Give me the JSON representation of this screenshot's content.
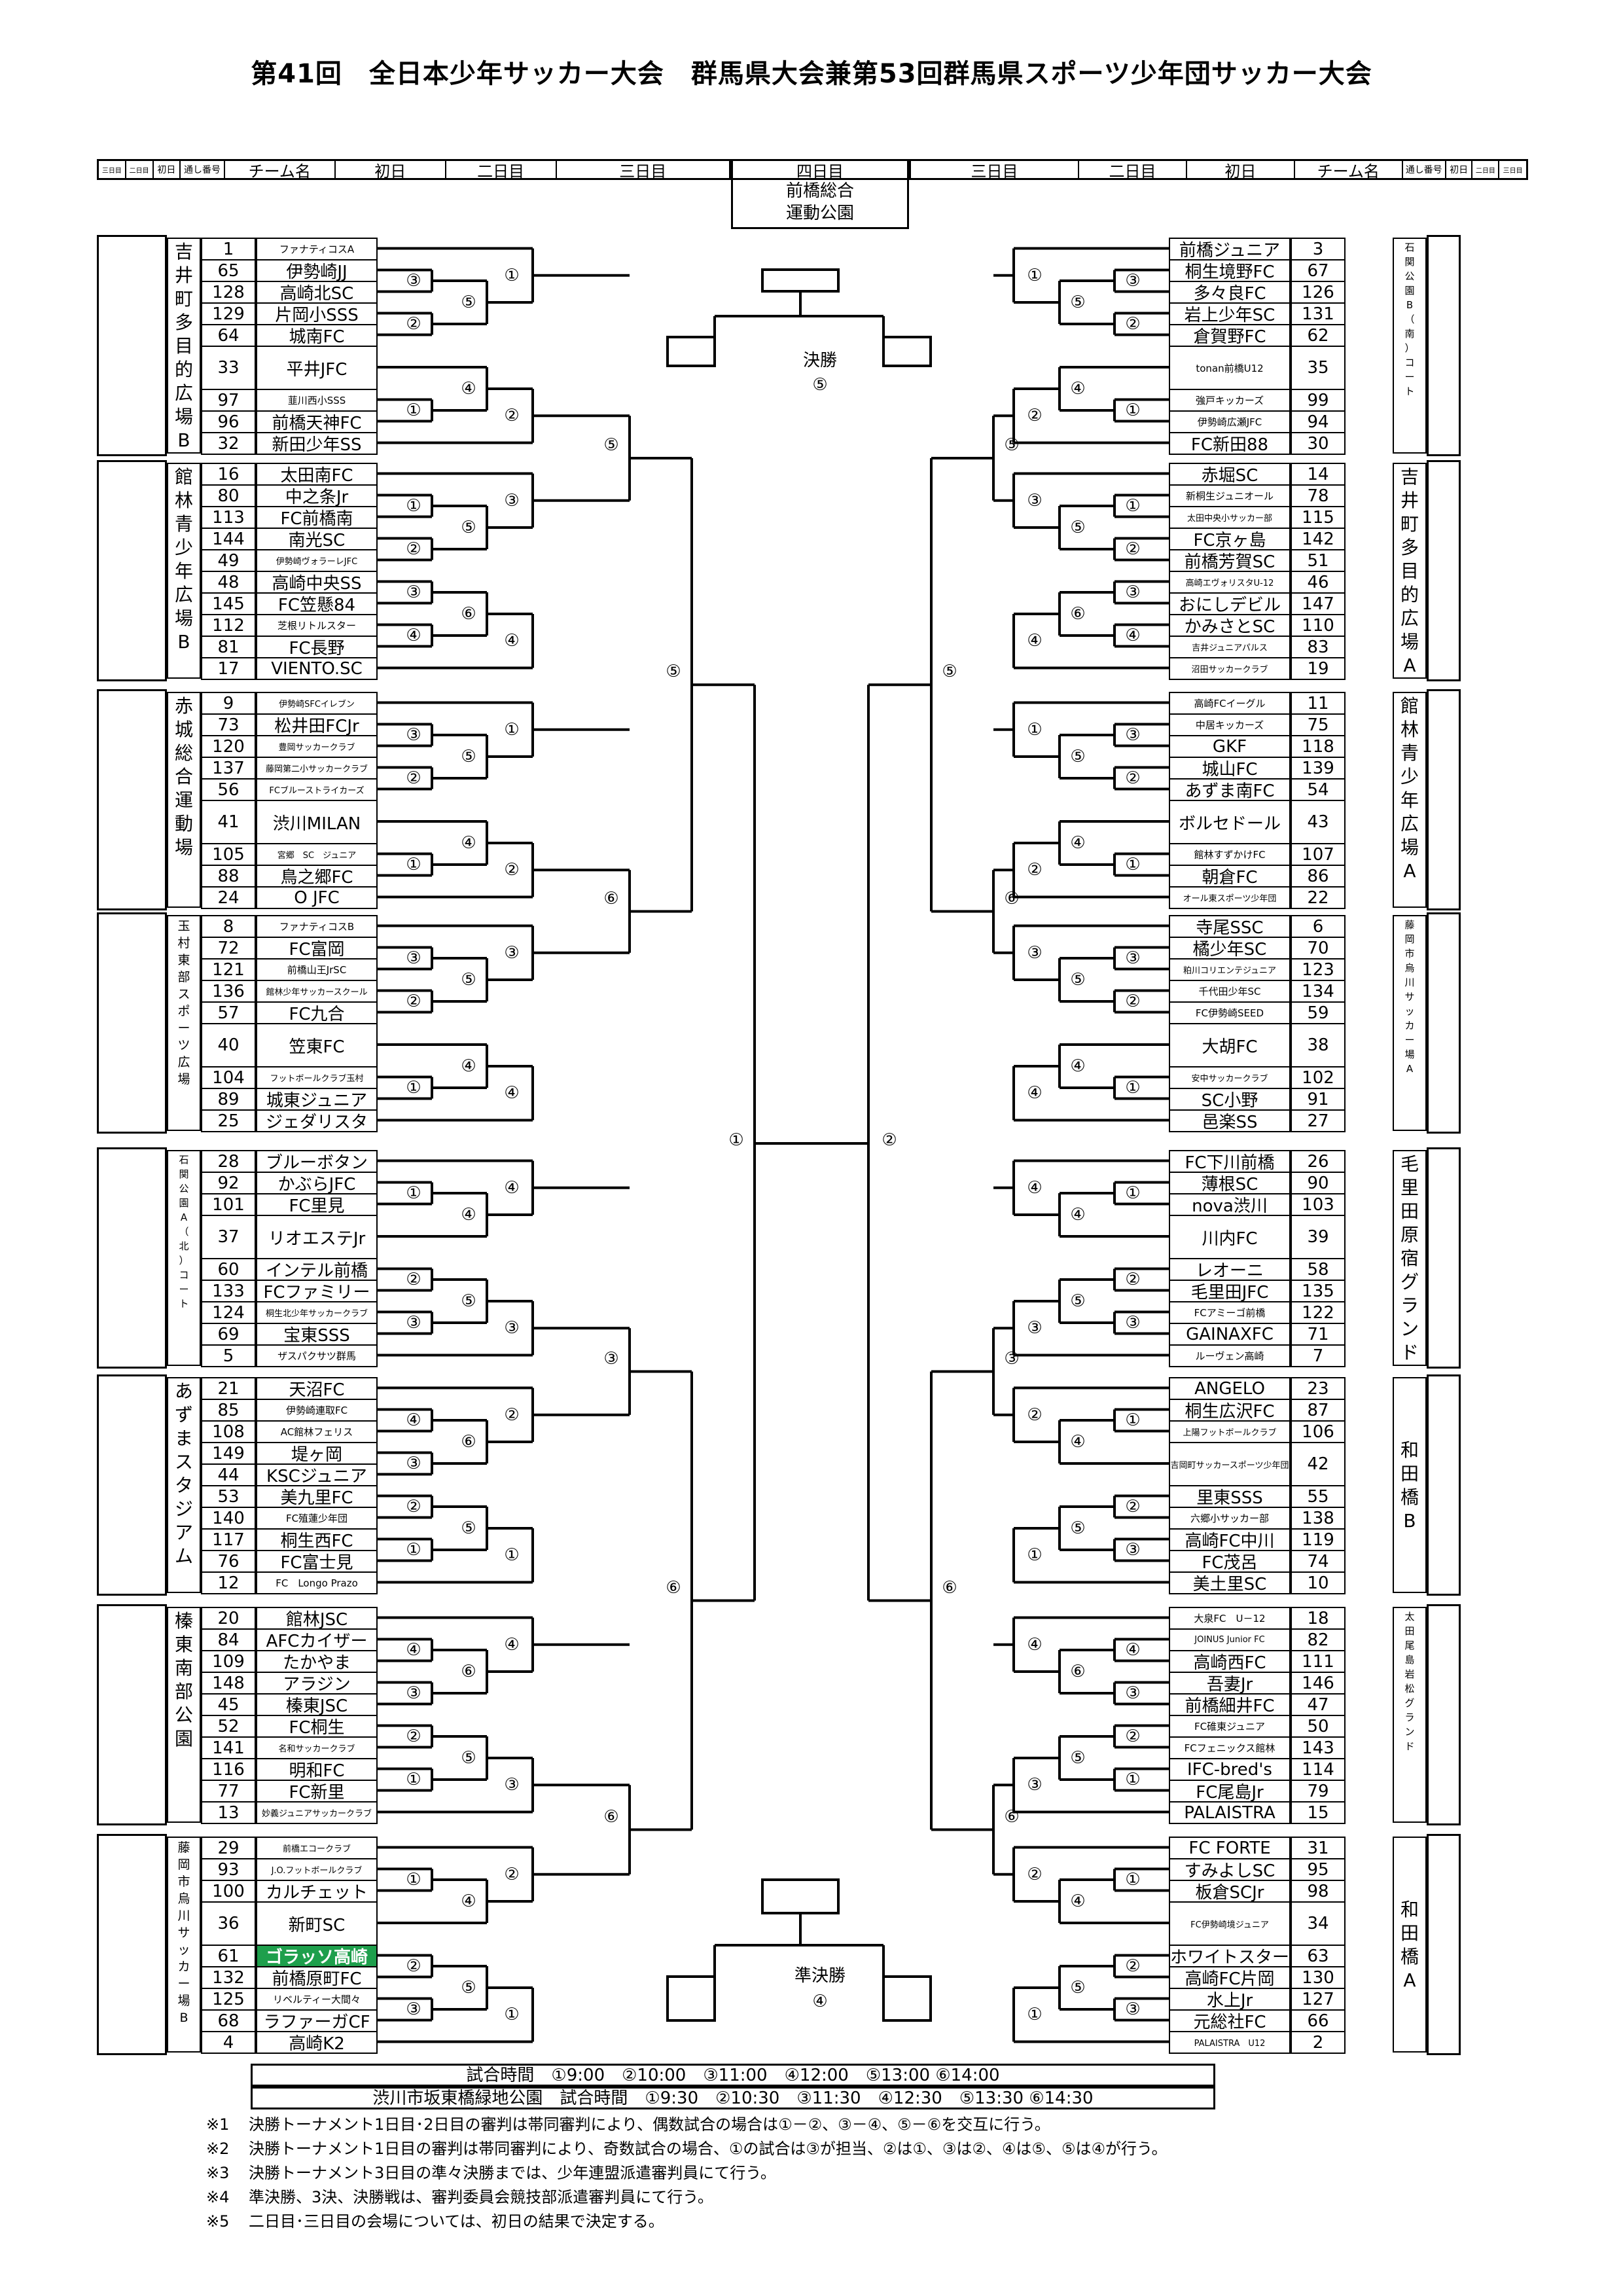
{
  "title": "第41回　全日本少年サッカー大会　群馬県大会兼第53回群馬県スポーツ少年団サッカー大会",
  "header": {
    "left": [
      "三日目",
      "二日目",
      "初日",
      "通し番号",
      "チーム名",
      "初日",
      "二日目",
      "三日目"
    ],
    "center": "四日目",
    "right": [
      "三日目",
      "二日目",
      "初日",
      "チーム名",
      "通し番号",
      "初日",
      "二日目",
      "三日目"
    ],
    "center_venue": [
      "前橋総合",
      "運動公園"
    ]
  },
  "final": {
    "label": "決勝",
    "match": "⑤"
  },
  "semifinal": {
    "label": "準決勝",
    "match": "④"
  },
  "center_matches": {
    "left": "①",
    "right": "②"
  },
  "left_blocks": [
    {
      "venue": "吉井町多目的広場B",
      "venue_style": "",
      "r1": [
        "③",
        "②",
        "①"
      ],
      "r2": [
        "⑤",
        "④"
      ],
      "r3": [
        "①",
        "②"
      ],
      "teams": [
        {
          "no": "1",
          "name": "ファナティコスA",
          "size": "small"
        },
        {
          "no": "65",
          "name": "伊勢崎JJ"
        },
        {
          "no": "128",
          "name": "高崎北SC"
        },
        {
          "no": "129",
          "name": "片岡小SSS"
        },
        {
          "no": "64",
          "name": "城南FC"
        },
        {
          "no": "33",
          "name": "平井JFC",
          "tall": true
        },
        {
          "no": "97",
          "name": "韮川西小SSS",
          "size": "small"
        },
        {
          "no": "96",
          "name": "前橋天神FC"
        },
        {
          "no": "32",
          "name": "新田少年SS"
        }
      ]
    },
    {
      "venue": "館林青少年広場B",
      "venue_style": "",
      "r1": [
        "①",
        "②",
        "③",
        "④"
      ],
      "r2": [
        "⑤",
        "⑥"
      ],
      "r3": [
        "③",
        "④"
      ],
      "teams": [
        {
          "no": "16",
          "name": "太田南FC"
        },
        {
          "no": "80",
          "name": "中之条Jr"
        },
        {
          "no": "113",
          "name": "FC前橋南"
        },
        {
          "no": "144",
          "name": "南光SC"
        },
        {
          "no": "49",
          "name": "伊勢崎ヴォラーレJFC",
          "size": "xs"
        },
        {
          "no": "48",
          "name": "高崎中央SS"
        },
        {
          "no": "145",
          "name": "FC笠懸84"
        },
        {
          "no": "112",
          "name": "芝根リトルスター",
          "size": "small"
        },
        {
          "no": "81",
          "name": "FC長野"
        },
        {
          "no": "17",
          "name": "VIENTO.SC"
        }
      ]
    },
    {
      "venue": "赤城総合運動場",
      "venue_style": "",
      "r1": [
        "③",
        "②",
        "①"
      ],
      "r2": [
        "⑤",
        "④"
      ],
      "r3": [
        "①",
        "②"
      ],
      "teams": [
        {
          "no": "9",
          "name": "伊勢崎SFCイレブン",
          "size": "xs"
        },
        {
          "no": "73",
          "name": "松井田FCJr"
        },
        {
          "no": "120",
          "name": "豊岡サッカークラブ",
          "size": "xs"
        },
        {
          "no": "137",
          "name": "藤岡第二小サッカークラブ",
          "size": "xs"
        },
        {
          "no": "56",
          "name": "FCブルーストライカーズ",
          "size": "xs"
        },
        {
          "no": "41",
          "name": "渋川MILAN",
          "tall": true
        },
        {
          "no": "105",
          "name": "宮郷　SC　ジュニア",
          "size": "xs"
        },
        {
          "no": "88",
          "name": "鳥之郷FC"
        },
        {
          "no": "24",
          "name": "O JFC"
        }
      ]
    },
    {
      "venue": "玉村東部スポーツ広場",
      "venue_style": "sm",
      "r1": [
        "③",
        "②",
        "①"
      ],
      "r2": [
        "⑤",
        "④"
      ],
      "r3": [
        "③",
        "④"
      ],
      "teams": [
        {
          "no": "8",
          "name": "ファナティコスB",
          "size": "small"
        },
        {
          "no": "72",
          "name": "FC富岡"
        },
        {
          "no": "121",
          "name": "前橋山王JrSC",
          "size": "small"
        },
        {
          "no": "136",
          "name": "館林少年サッカースクール",
          "size": "xs"
        },
        {
          "no": "57",
          "name": "FC九合"
        },
        {
          "no": "40",
          "name": "笠東FC",
          "tall": true
        },
        {
          "no": "104",
          "name": "フットボールクラブ玉村",
          "size": "xs"
        },
        {
          "no": "89",
          "name": "城東ジュニア"
        },
        {
          "no": "25",
          "name": "ジェダリスタ"
        }
      ]
    },
    {
      "venue": "石関公園A（北）コート",
      "venue_style": "xs",
      "r1": [
        "①",
        "②",
        "③"
      ],
      "r2": [
        "④",
        "⑤"
      ],
      "r3": [
        "④",
        "③"
      ],
      "teams": [
        {
          "no": "28",
          "name": "ブルーボタン"
        },
        {
          "no": "92",
          "name": "かぶらJFC"
        },
        {
          "no": "101",
          "name": "FC里見"
        },
        {
          "no": "37",
          "name": "リオエステJr",
          "tall": true
        },
        {
          "no": "60",
          "name": "インテル前橋"
        },
        {
          "no": "133",
          "name": "FCファミリー"
        },
        {
          "no": "124",
          "name": "桐生北少年サッカークラブ",
          "size": "xs"
        },
        {
          "no": "69",
          "name": "宝東SSS"
        },
        {
          "no": "5",
          "name": "ザスパクサツ群馬",
          "size": "small"
        }
      ]
    },
    {
      "venue": "あずまスタジアム",
      "venue_style": "",
      "r1": [
        "④",
        "③",
        "②",
        "①"
      ],
      "r2": [
        "⑥",
        "⑤"
      ],
      "r3": [
        "②",
        "①"
      ],
      "teams": [
        {
          "no": "21",
          "name": "天沼FC"
        },
        {
          "no": "85",
          "name": "伊勢崎連取FC",
          "size": "small"
        },
        {
          "no": "108",
          "name": "AC館林フェリス",
          "size": "small"
        },
        {
          "no": "149",
          "name": "堤ヶ岡"
        },
        {
          "no": "44",
          "name": "KSCジュニア"
        },
        {
          "no": "53",
          "name": "美九里FC"
        },
        {
          "no": "140",
          "name": "FC殖蓮少年団",
          "size": "small"
        },
        {
          "no": "117",
          "name": "桐生西FC"
        },
        {
          "no": "76",
          "name": "FC富士見"
        },
        {
          "no": "12",
          "name": "FC　Longo Prazo",
          "size": "small"
        }
      ]
    },
    {
      "venue": "榛東南部公園",
      "venue_style": "",
      "r1": [
        "④",
        "③",
        "②",
        "①"
      ],
      "r2": [
        "⑥",
        "⑤"
      ],
      "r3": [
        "④",
        "③"
      ],
      "teams": [
        {
          "no": "20",
          "name": "館林JSC"
        },
        {
          "no": "84",
          "name": "AFCカイザー"
        },
        {
          "no": "109",
          "name": "たかやま"
        },
        {
          "no": "148",
          "name": "アラジン"
        },
        {
          "no": "45",
          "name": "榛東JSC"
        },
        {
          "no": "52",
          "name": "FC桐生"
        },
        {
          "no": "141",
          "name": "名和サッカークラブ",
          "size": "xs"
        },
        {
          "no": "116",
          "name": "明和FC"
        },
        {
          "no": "77",
          "name": "FC新里"
        },
        {
          "no": "13",
          "name": "妙義ジュニアサッカークラブ",
          "size": "xs"
        }
      ]
    },
    {
      "venue": "藤岡市烏川サッカー場B",
      "venue_style": "sm",
      "r1": [
        "①",
        "②",
        "③"
      ],
      "r2": [
        "④",
        "⑤"
      ],
      "r3": [
        "②",
        "①"
      ],
      "teams": [
        {
          "no": "29",
          "name": "前橋エコークラブ",
          "size": "xs"
        },
        {
          "no": "93",
          "name": "J.O.フットボールクラブ",
          "size": "xs"
        },
        {
          "no": "100",
          "name": "カルチェット"
        },
        {
          "no": "36",
          "name": "新町SC",
          "tall": true
        },
        {
          "no": "61",
          "name": "ゴラッソ高崎",
          "highlight": true
        },
        {
          "no": "132",
          "name": "前橋原町FC"
        },
        {
          "no": "125",
          "name": "リベルティー大間々",
          "size": "small"
        },
        {
          "no": "68",
          "name": "ラファーガCF"
        },
        {
          "no": "4",
          "name": "高崎K2"
        }
      ]
    }
  ],
  "left_r4": [
    "⑤",
    "⑥",
    "③",
    "⑥"
  ],
  "left_r4_upper": [
    "①",
    "②",
    "③",
    "④"
  ],
  "right_blocks": [
    {
      "venue": "石関公園B（南）コート",
      "venue_style": "xs",
      "r1": [
        "③",
        "②",
        "①"
      ],
      "r2": [
        "⑤",
        "④"
      ],
      "r3": [
        "①",
        "②"
      ],
      "teams": [
        {
          "no": "3",
          "name": "前橋ジュニア"
        },
        {
          "no": "67",
          "name": "桐生境野FC"
        },
        {
          "no": "126",
          "name": "多々良FC"
        },
        {
          "no": "131",
          "name": "岩上少年SC"
        },
        {
          "no": "62",
          "name": "倉賀野FC"
        },
        {
          "no": "35",
          "name": "tonan前橋U12",
          "tall": true,
          "size": "small"
        },
        {
          "no": "99",
          "name": "強戸キッカーズ",
          "size": "small"
        },
        {
          "no": "94",
          "name": "伊勢崎広瀬JFC",
          "size": "small"
        },
        {
          "no": "30",
          "name": "FC新田88"
        }
      ]
    },
    {
      "venue": "吉井町多目的広場A",
      "venue_style": "",
      "r1": [
        "①",
        "②",
        "③",
        "④"
      ],
      "r2": [
        "⑤",
        "⑥"
      ],
      "r3": [
        "③",
        "④"
      ],
      "teams": [
        {
          "no": "14",
          "name": "赤堀SC"
        },
        {
          "no": "78",
          "name": "新桐生ジュニオール",
          "size": "small"
        },
        {
          "no": "115",
          "name": "太田中央小サッカー部",
          "size": "xs"
        },
        {
          "no": "142",
          "name": "FC京ヶ島"
        },
        {
          "no": "51",
          "name": "前橋芳賀SC"
        },
        {
          "no": "46",
          "name": "高崎エヴォリスタU-12",
          "size": "xs"
        },
        {
          "no": "147",
          "name": "おにしデビル"
        },
        {
          "no": "110",
          "name": "かみさとSC"
        },
        {
          "no": "83",
          "name": "吉井ジュニアパルス",
          "size": "xs"
        },
        {
          "no": "19",
          "name": "沼田サッカークラブ",
          "size": "xs"
        }
      ]
    },
    {
      "venue": "館林青少年広場A",
      "venue_style": "",
      "r1": [
        "③",
        "②",
        "①"
      ],
      "r2": [
        "⑤",
        "④"
      ],
      "r3": [
        "①",
        "②"
      ],
      "teams": [
        {
          "no": "11",
          "name": "高崎FCイーグル",
          "size": "small"
        },
        {
          "no": "75",
          "name": "中居キッカーズ",
          "size": "small"
        },
        {
          "no": "118",
          "name": "GKF"
        },
        {
          "no": "139",
          "name": "城山FC"
        },
        {
          "no": "54",
          "name": "あずま南FC"
        },
        {
          "no": "43",
          "name": "ボルセドール",
          "tall": true
        },
        {
          "no": "107",
          "name": "館林すずかけFC",
          "size": "small"
        },
        {
          "no": "86",
          "name": "朝倉FC"
        },
        {
          "no": "22",
          "name": "オール東スポーツ少年団",
          "size": "xs"
        }
      ]
    },
    {
      "venue": "藤岡市烏川サッカー場A",
      "venue_style": "xs",
      "r1": [
        "③",
        "②",
        "①"
      ],
      "r2": [
        "⑤",
        "④"
      ],
      "r3": [
        "③",
        "④"
      ],
      "teams": [
        {
          "no": "6",
          "name": "寺尾SSC"
        },
        {
          "no": "70",
          "name": "橘少年SC"
        },
        {
          "no": "123",
          "name": "粕川コリエンテジュニア",
          "size": "xs"
        },
        {
          "no": "134",
          "name": "千代田少年SC",
          "size": "small"
        },
        {
          "no": "59",
          "name": "FC伊勢崎SEED",
          "size": "small"
        },
        {
          "no": "38",
          "name": "大胡FC",
          "tall": true
        },
        {
          "no": "102",
          "name": "安中サッカークラブ",
          "size": "xs"
        },
        {
          "no": "91",
          "name": "SC小野"
        },
        {
          "no": "27",
          "name": "邑楽SS"
        }
      ]
    },
    {
      "venue": "毛里田原宿グランド",
      "venue_style": "",
      "r1": [
        "①",
        "②",
        "③"
      ],
      "r2": [
        "④",
        "⑤"
      ],
      "r3": [
        "④",
        "③"
      ],
      "teams": [
        {
          "no": "26",
          "name": "FC下川前橋"
        },
        {
          "no": "90",
          "name": "薄根SC"
        },
        {
          "no": "103",
          "name": "nova渋川"
        },
        {
          "no": "39",
          "name": "川内FC",
          "tall": true
        },
        {
          "no": "58",
          "name": "レオーニ"
        },
        {
          "no": "135",
          "name": "毛里田JFC"
        },
        {
          "no": "122",
          "name": "FCアミーゴ前橋",
          "size": "small"
        },
        {
          "no": "71",
          "name": "GAINAXFC"
        },
        {
          "no": "7",
          "name": "ルーヴェン高崎",
          "size": "small"
        }
      ]
    },
    {
      "venue": "和田橋B",
      "venue_style": "center",
      "r1": [
        "①",
        "②",
        "③"
      ],
      "r2": [
        "④",
        "⑤"
      ],
      "r3": [
        "②",
        "①"
      ],
      "teams": [
        {
          "no": "23",
          "name": "ANGELO"
        },
        {
          "no": "87",
          "name": "桐生広沢FC"
        },
        {
          "no": "106",
          "name": "上陽フットボールクラブ",
          "size": "xs"
        },
        {
          "no": "42",
          "name": "吉岡町サッカースポーツ少年団",
          "tall": true,
          "size": "xs"
        },
        {
          "no": "55",
          "name": "里東SSS"
        },
        {
          "no": "138",
          "name": "六郷小サッカー部",
          "size": "small"
        },
        {
          "no": "119",
          "name": "高崎FC中川"
        },
        {
          "no": "74",
          "name": "FC茂呂"
        },
        {
          "no": "10",
          "name": "美土里SC"
        }
      ]
    },
    {
      "venue": "太田尾島岩松グランド",
      "venue_style": "xs",
      "r1": [
        "④",
        "③",
        "②",
        "①"
      ],
      "r2": [
        "⑥",
        "⑤"
      ],
      "r3": [
        "④",
        "③"
      ],
      "teams": [
        {
          "no": "18",
          "name": "大泉FC　U－12",
          "size": "small"
        },
        {
          "no": "82",
          "name": "JOINUS Junior FC",
          "size": "xs"
        },
        {
          "no": "111",
          "name": "高崎西FC"
        },
        {
          "no": "146",
          "name": "吾妻Jr"
        },
        {
          "no": "47",
          "name": "前橋細井FC"
        },
        {
          "no": "50",
          "name": "FC碓東ジュニア",
          "size": "small"
        },
        {
          "no": "143",
          "name": "FCフェニックス館林",
          "size": "small"
        },
        {
          "no": "114",
          "name": "IFC-bred's"
        },
        {
          "no": "79",
          "name": "FC尾島Jr"
        },
        {
          "no": "15",
          "name": "PALAISTRA"
        }
      ]
    },
    {
      "venue": "和田橋A",
      "venue_style": "center",
      "r1": [
        "①",
        "②",
        "③"
      ],
      "r2": [
        "④",
        "⑤"
      ],
      "r3": [
        "②",
        "①"
      ],
      "teams": [
        {
          "no": "31",
          "name": "FC FORTE"
        },
        {
          "no": "95",
          "name": "すみよしSC"
        },
        {
          "no": "98",
          "name": "板倉SCJr"
        },
        {
          "no": "34",
          "name": "FC伊勢崎境ジュニア",
          "tall": true,
          "size": "xs"
        },
        {
          "no": "63",
          "name": "ホワイトスター"
        },
        {
          "no": "130",
          "name": "高崎FC片岡"
        },
        {
          "no": "127",
          "name": "水上Jr"
        },
        {
          "no": "66",
          "name": "元総社FC"
        },
        {
          "no": "2",
          "name": "PALAISTRA　U12",
          "size": "xs"
        }
      ]
    }
  ],
  "right_r4": [
    "⑤",
    "⑥",
    "③",
    "⑥"
  ],
  "right_r4_upper": [
    "①",
    "②",
    "③",
    "④"
  ],
  "schedule": {
    "times": "試合時間　①9:00　②10:00　③11:00　④12:00　⑤13:00 ⑥14:00",
    "shibukawa": "渋川市坂東橋緑地公園　試合時間　①9:30　②10:30　③11:30　④12:30　⑤13:30 ⑥14:30"
  },
  "notes": [
    {
      "mark": "※1",
      "text": "決勝トーナメント1日目･2日目の審判は帯同審判により、偶数試合の場合は①－②、③－④、⑤－⑥を交互に行う。"
    },
    {
      "mark": "※2",
      "text": "決勝トーナメント1日目の審判は帯同審判により、奇数試合の場合、①の試合は③が担当、②は①、③は②、④は⑤、⑤は④が行う。"
    },
    {
      "mark": "※3",
      "text": "決勝トーナメント3日目の準々決勝までは、少年連盟派遣審判員にて行う。"
    },
    {
      "mark": "※4",
      "text": "準決勝、3決、決勝戦は、審判委員会競技部派遣審判員にて行う。"
    },
    {
      "mark": "※5",
      "text": "二日目･三日目の会場については、初日の結果で決定する。"
    }
  ]
}
